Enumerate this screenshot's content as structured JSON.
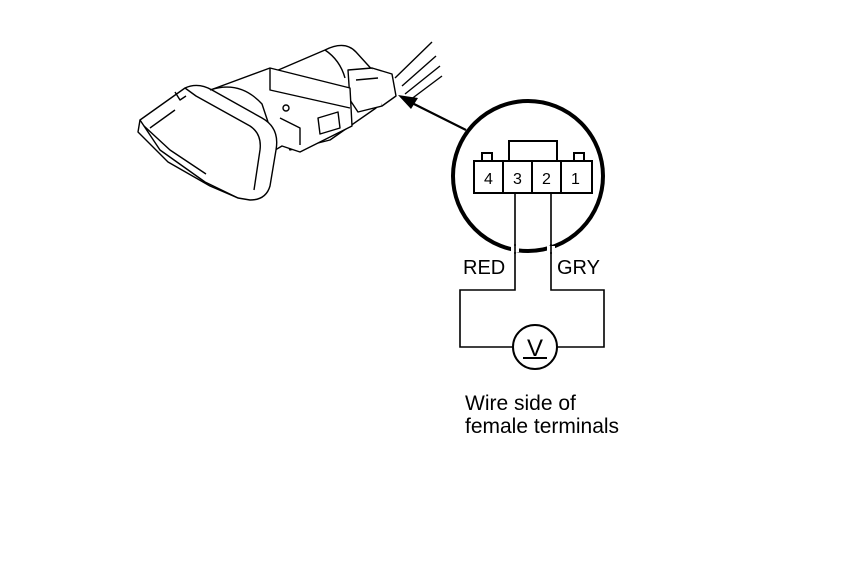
{
  "terminals": [
    "4",
    "3",
    "2",
    "1"
  ],
  "wires": {
    "left_color": "RED",
    "right_color": "GRY"
  },
  "meter_symbol": "V",
  "caption": {
    "line1": "Wire side of",
    "line2": "female terminals"
  }
}
